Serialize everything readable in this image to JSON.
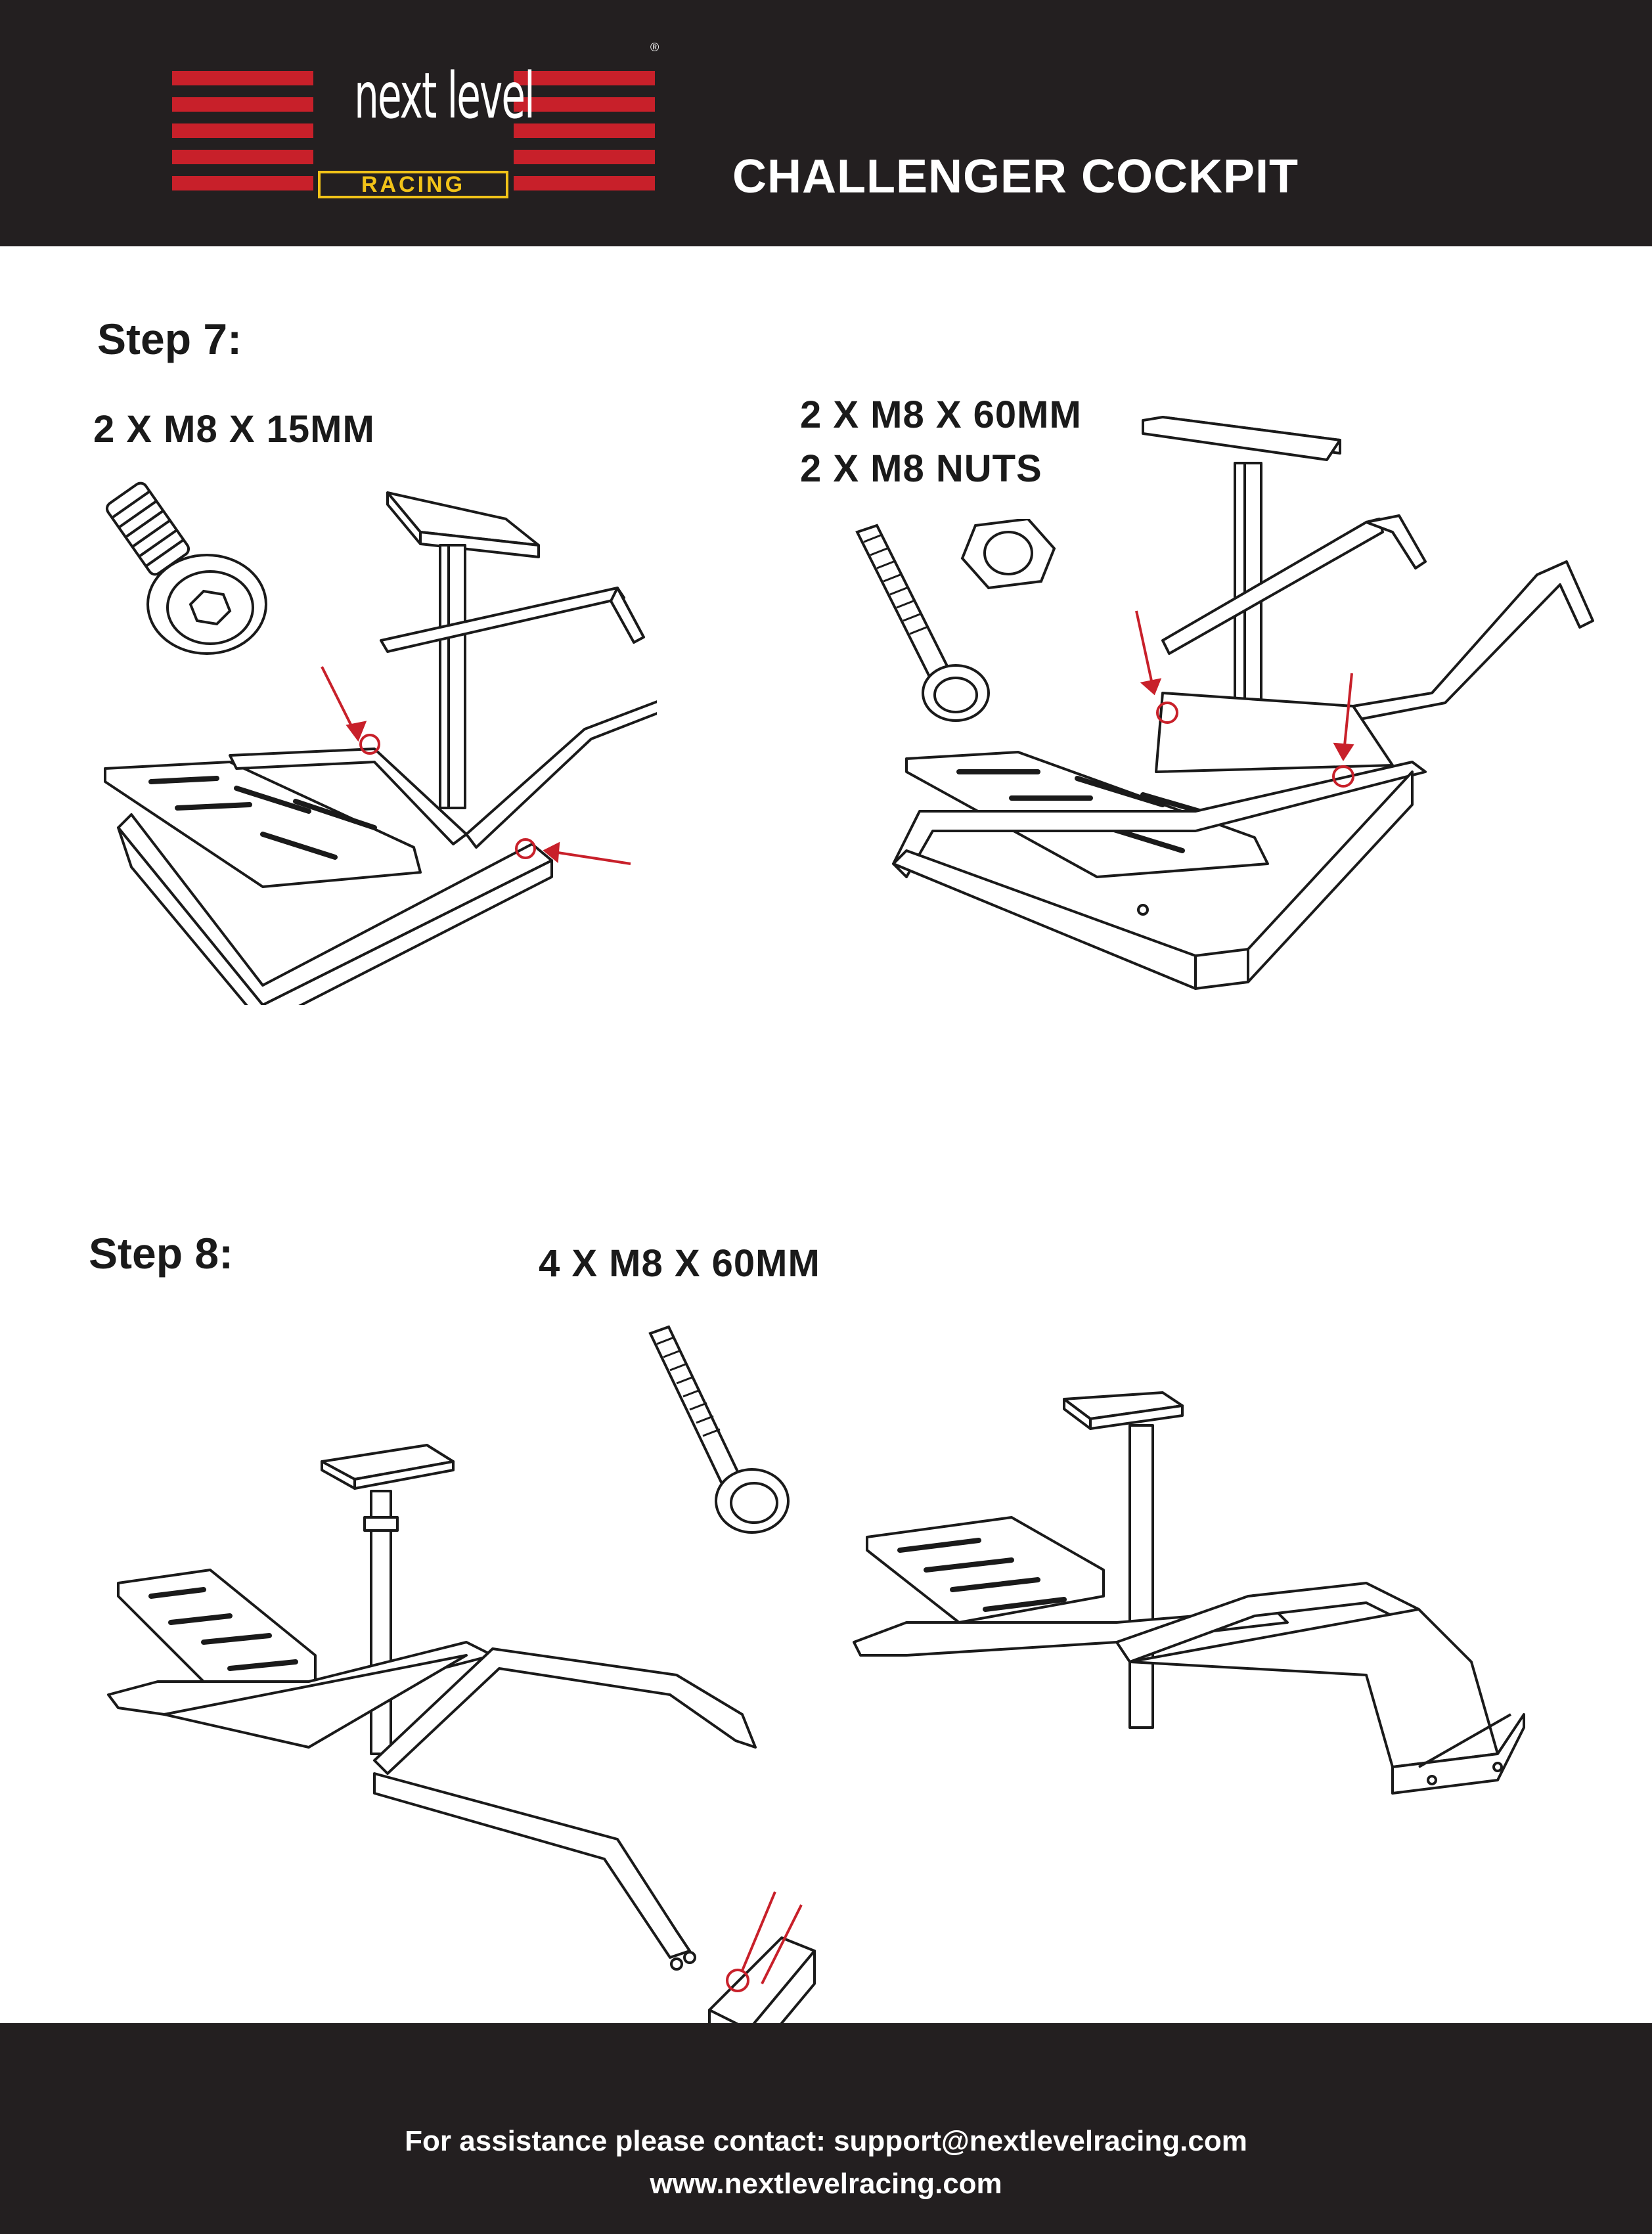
{
  "header": {
    "brand_word": "next level",
    "brand_sub": "RACING",
    "registered": "®",
    "title": "CHALLENGER COCKPIT",
    "colors": {
      "background": "#231f20",
      "accent_red": "#c8202a",
      "accent_yellow": "#f2c318"
    }
  },
  "step7": {
    "label": "Step 7:",
    "left_parts": "2 X M8 X 15MM",
    "right_parts_line1": "2 X M8 X 60MM",
    "right_parts_line2": "2 X M8 NUTS"
  },
  "step8": {
    "label": "Step 8:",
    "parts": "4 X M8 X 60MM"
  },
  "footer": {
    "contact": "For assistance please contact: support@nextlevelracing.com",
    "website": "www.nextlevelracing.com"
  }
}
